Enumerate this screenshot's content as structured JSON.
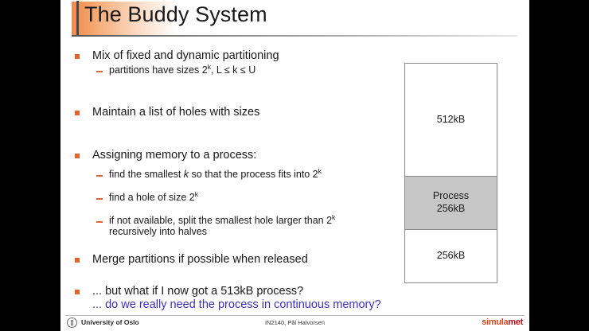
{
  "slide": {
    "title": "The Buddy System",
    "bullets": [
      {
        "text": "Mix of fixed and dynamic partitioning",
        "sub": [
          "partitions have sizes 2k, L ≤ k ≤ U"
        ]
      },
      {
        "text": "Maintain a list of holes with sizes",
        "sub": []
      },
      {
        "text": "Assigning memory to a process:",
        "sub": [
          "find the smallest k so that the process fits into 2k",
          "find a hole of size 2k",
          "if not available, split the smallest hole larger than 2k recursively into halves"
        ]
      },
      {
        "text": "Merge partitions if possible when released",
        "sub": []
      },
      {
        "text": "... but what if I now got a 513kB process?",
        "text2": "... do we really need the process in continuous memory?",
        "sub": []
      }
    ],
    "memory_diagram": {
      "blocks": [
        {
          "label": "512kB",
          "label2": "",
          "state": "free"
        },
        {
          "label": "Process",
          "label2": "256kB",
          "state": "allocated"
        },
        {
          "label": "256kB",
          "label2": "",
          "state": "free"
        }
      ]
    },
    "footer": {
      "university": "University of Oslo",
      "course": "IN2140,  Pål Halvorsen",
      "logo_part1": "simula",
      "logo_part2": "met"
    }
  },
  "colors": {
    "bullet": "#e8622a",
    "highlight_text": "#3b30cc",
    "allocated_block": "#c6c6c6",
    "title_accent": "#f08a4a"
  }
}
